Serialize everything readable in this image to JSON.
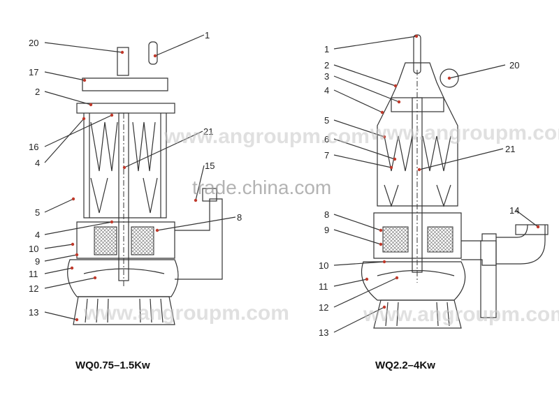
{
  "diagrams": [
    {
      "caption": "WQ0.75–1.5Kw",
      "callouts": [
        "20",
        "1",
        "17",
        "2",
        "16",
        "4",
        "21",
        "15",
        "5",
        "4",
        "8",
        "10",
        "9",
        "11",
        "12",
        "13"
      ]
    },
    {
      "caption": "WQ2.2–4Kw",
      "callouts": [
        "1",
        "20",
        "2",
        "3",
        "4",
        "5",
        "6",
        "7",
        "21",
        "8",
        "14",
        "9",
        "10",
        "11",
        "12",
        "13"
      ]
    }
  ],
  "watermarks": {
    "center": "trade.china.com",
    "left_top": "www.angroupm.com",
    "left_bottom": "www.angroupm.com",
    "right_top": "www.angroupm.com",
    "right_bottom": "www.angroupm.com"
  },
  "colors": {
    "line": "#333333",
    "callout_dot": "#c0392b",
    "watermark": "#c8c8c8"
  }
}
